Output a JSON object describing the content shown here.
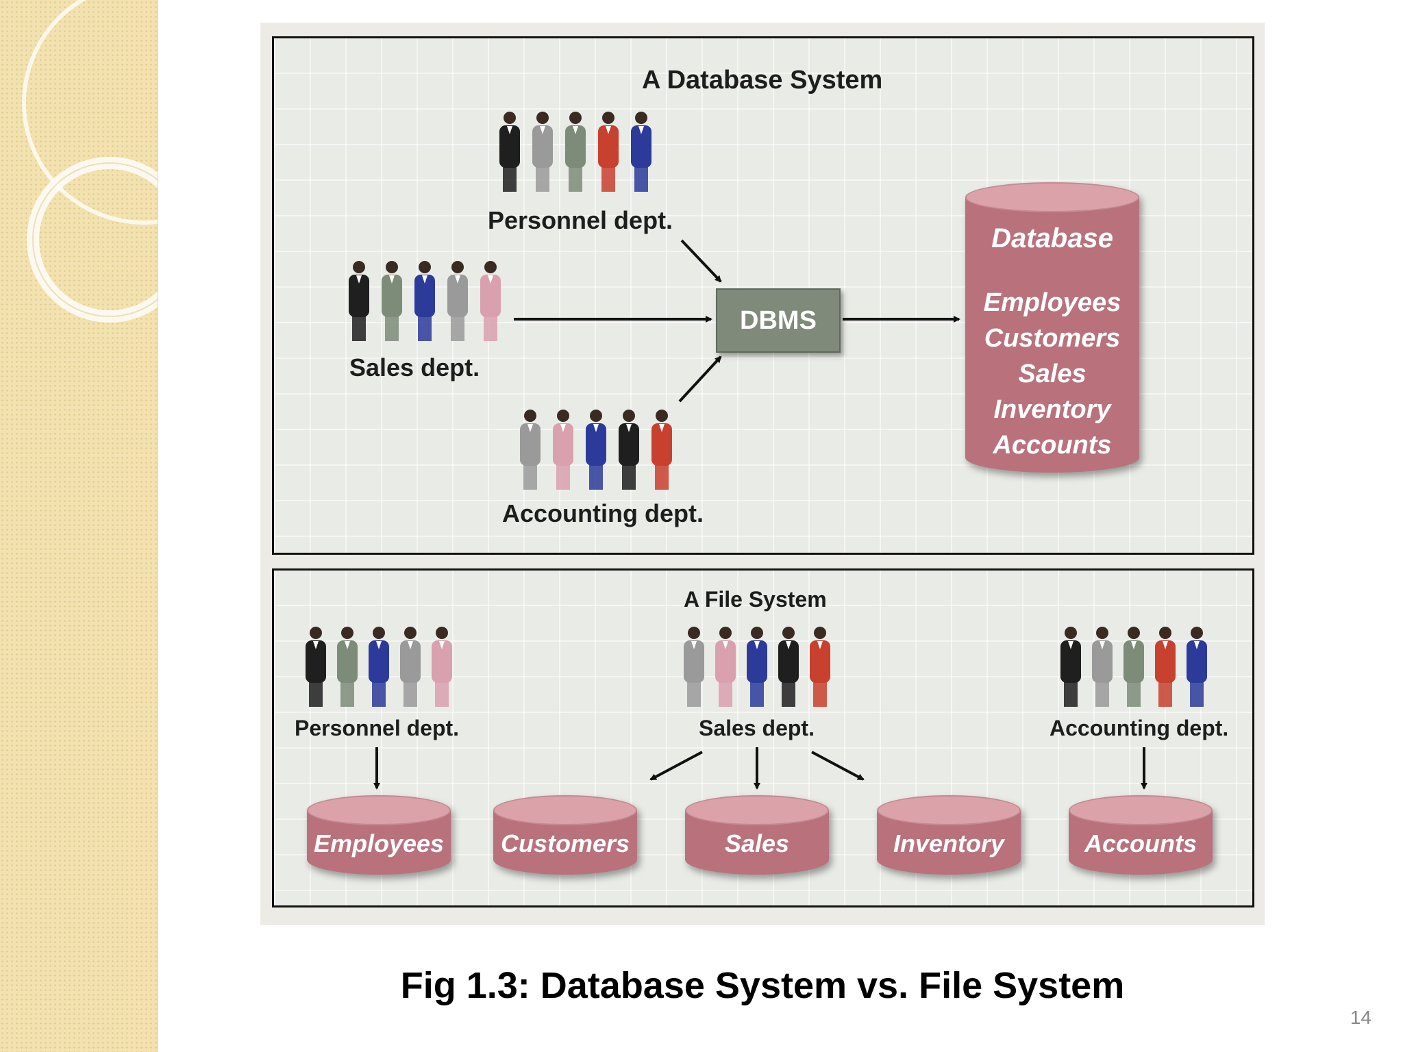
{
  "database_panel": {
    "title": "A Database System",
    "personnel_label": "Personnel dept.",
    "sales_label": "Sales dept.",
    "accounting_label": "Accounting dept.",
    "dbms_label": "DBMS",
    "database_title": "Database",
    "database_items": [
      "Employees",
      "Customers",
      "Sales",
      "Inventory",
      "Accounts"
    ]
  },
  "file_panel": {
    "title": "A File System",
    "personnel_label": "Personnel dept.",
    "sales_label": "Sales dept.",
    "accounting_label": "Accounting dept.",
    "files": [
      "Employees",
      "Customers",
      "Sales",
      "Inventory",
      "Accounts"
    ]
  },
  "caption": "Fig 1.3: Database System vs. File System",
  "page_number": "14",
  "colors": {
    "person_black": "#1f1f1f",
    "person_gray": "#9a9a9a",
    "person_green": "#7d8c78",
    "person_red": "#c8402e",
    "person_blue": "#2c3b9a",
    "person_pink": "#d9a0ae",
    "dbms_fill": "#7f8a7b",
    "cylinder_fill": "#b9727c"
  },
  "icons": {
    "people_group": "people-group-icon",
    "database_cylinder": "database-cylinder-icon",
    "file_cylinder": "file-cylinder-icon",
    "arrow": "arrow-icon"
  },
  "groups": {
    "db_personnel": [
      "person_black",
      "person_gray",
      "person_green",
      "person_red",
      "person_blue"
    ],
    "db_sales": [
      "person_black",
      "person_green",
      "person_blue",
      "person_gray",
      "person_pink"
    ],
    "db_accounting": [
      "person_gray",
      "person_pink",
      "person_blue",
      "person_black",
      "person_red"
    ],
    "fs_personnel": [
      "person_black",
      "person_green",
      "person_blue",
      "person_gray",
      "person_pink"
    ],
    "fs_sales": [
      "person_gray",
      "person_pink",
      "person_blue",
      "person_black",
      "person_red"
    ],
    "fs_accounting": [
      "person_black",
      "person_gray",
      "person_green",
      "person_red",
      "person_blue"
    ]
  }
}
